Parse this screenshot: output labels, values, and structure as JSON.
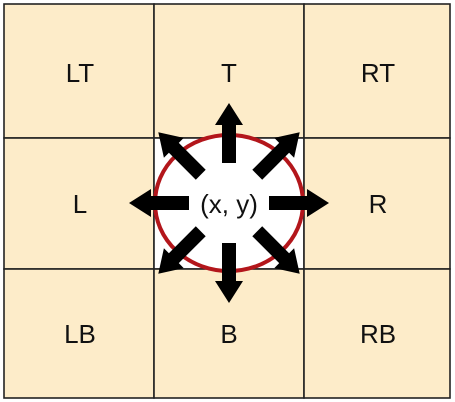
{
  "grid": {
    "top_row": {
      "left_label": "LT",
      "center_label": "T",
      "right_label": "RT"
    },
    "middle_row": {
      "left_label": "L",
      "center_label": "(x, y)",
      "right_label": "R"
    },
    "bottom_row": {
      "left_label": "LB",
      "center_label": "B",
      "right_label": "RB"
    }
  },
  "colors": {
    "cell_fill": "#fdecc9",
    "center_fill": "#ffffff",
    "grid_line": "#222222",
    "circle_outline": "#b3161b",
    "arrow": "#000000"
  },
  "arrows": [
    "up",
    "up-right",
    "right",
    "down-right",
    "down",
    "down-left",
    "left",
    "up-left"
  ]
}
